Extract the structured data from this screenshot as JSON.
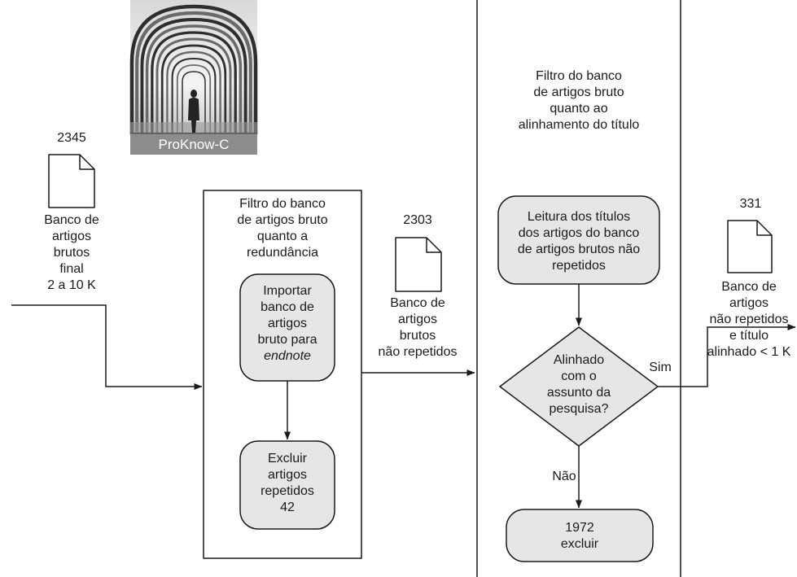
{
  "logo": {
    "label": "ProKnow-C"
  },
  "input_doc": {
    "count": "2345",
    "lines": [
      "Banco de",
      "artigos",
      "brutos",
      "final",
      "2 a 10 K"
    ]
  },
  "redundancy_filter": {
    "title_lines": [
      "Filtro do banco",
      "de artigos bruto",
      "quanto a",
      "redundância"
    ],
    "step1_lines": [
      "Importar",
      "banco de",
      "artigos",
      "bruto para",
      "endnote"
    ],
    "step2_lines": [
      "Excluir",
      "artigos",
      "repetidos",
      "42"
    ]
  },
  "middle_doc": {
    "count": "2303",
    "lines": [
      "Banco de",
      "artigos",
      "brutos",
      "não repetidos"
    ]
  },
  "title_filter": {
    "title_lines": [
      "Filtro do banco",
      "de artigos bruto",
      "quanto ao",
      "alinhamento do título"
    ],
    "read_lines": [
      "Leitura dos títulos",
      "dos artigos do banco",
      "de artigos brutos não",
      "repetidos"
    ],
    "decision_lines": [
      "Alinhado",
      "com o",
      "assunto da",
      "pesquisa?"
    ],
    "yes_label": "Sim",
    "no_label": "Não",
    "exclude_lines": [
      "1972",
      "excluir"
    ]
  },
  "output_doc": {
    "count": "331",
    "lines": [
      "Banco de",
      "artigos",
      "não repetidos",
      "e título",
      "alinhado < 1 K"
    ]
  }
}
